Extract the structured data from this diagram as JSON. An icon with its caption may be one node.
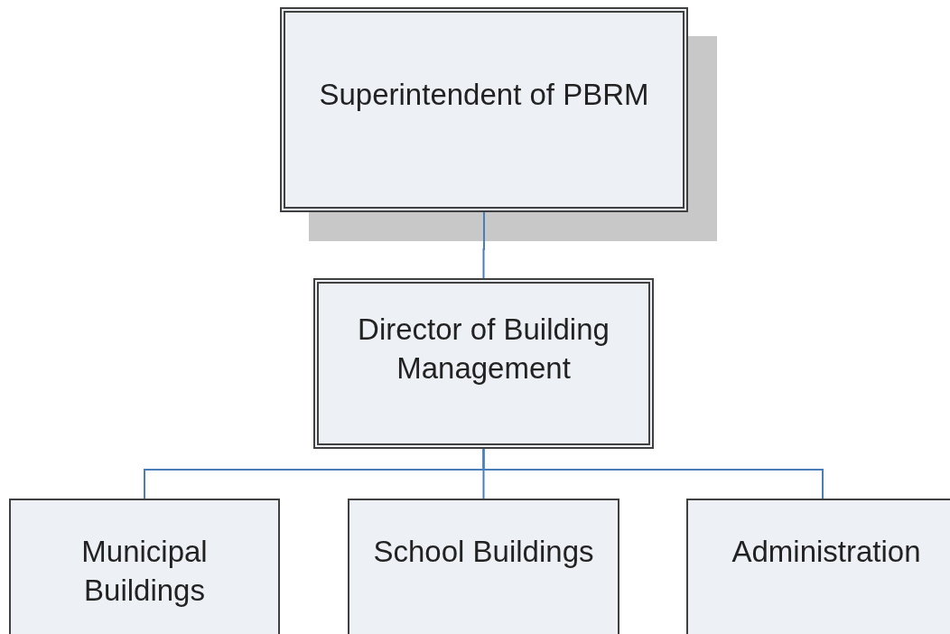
{
  "diagram": {
    "nodes": [
      {
        "text": [
          "Superintendent of PBRM"
        ]
      },
      {
        "text": [
          "Director of Building Management"
        ]
      },
      {
        "text": [
          "Municipal Buildings"
        ]
      },
      {
        "text": [
          "School Buildings"
        ]
      },
      {
        "text": [
          "Administration"
        ]
      }
    ],
    "edges": [
      {
        "from": 0,
        "to": 1,
        "arrow": "none"
      },
      {
        "from": 1,
        "to": 2,
        "arrow": "none"
      },
      {
        "from": 1,
        "to": 3,
        "arrow": "none"
      },
      {
        "from": 1,
        "to": 4,
        "arrow": "none"
      }
    ]
  }
}
